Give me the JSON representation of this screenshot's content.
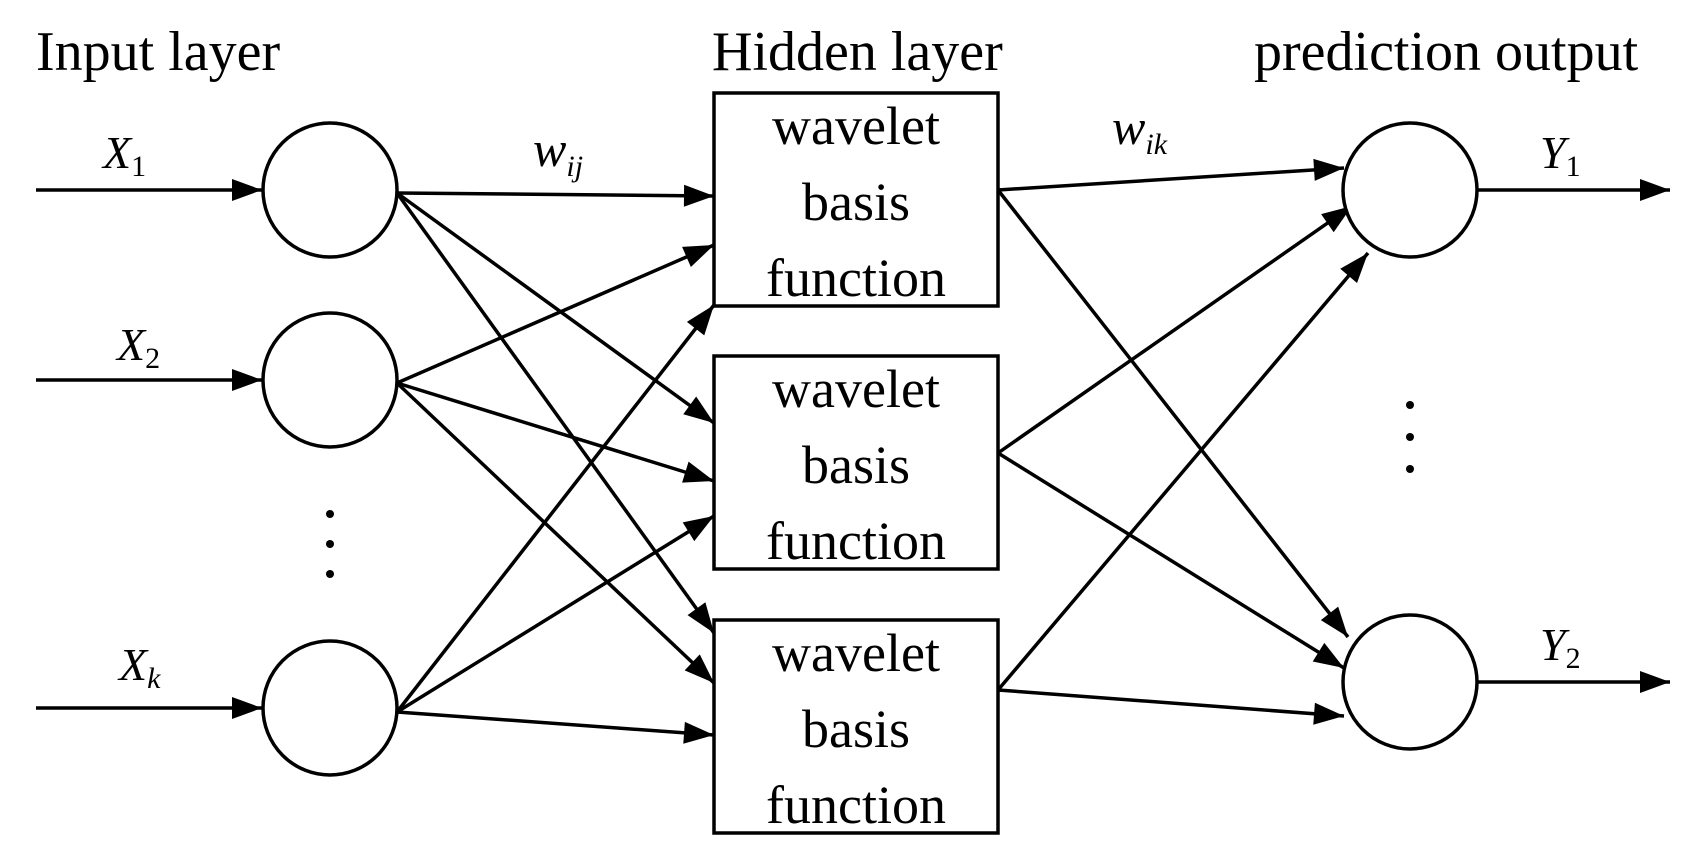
{
  "titles": {
    "input": "Input layer",
    "hidden": "Hidden layer",
    "output": "prediction output"
  },
  "weights": {
    "input_hidden": {
      "base": "w",
      "sub": "ij"
    },
    "hidden_output": {
      "base": "w",
      "sub": "ik"
    }
  },
  "inputs": [
    {
      "base": "X",
      "sub": "1"
    },
    {
      "base": "X",
      "sub": "2"
    },
    {
      "base": "X",
      "sub": "k"
    }
  ],
  "outputs": [
    {
      "base": "Y",
      "sub": "1"
    },
    {
      "base": "Y",
      "sub": "2"
    }
  ],
  "hidden_units": [
    {
      "lines": [
        "wavelet",
        "basis",
        "function"
      ]
    },
    {
      "lines": [
        "wavelet",
        "basis",
        "function"
      ]
    },
    {
      "lines": [
        "wavelet",
        "basis",
        "function"
      ]
    }
  ],
  "ellipsis": "⋮"
}
